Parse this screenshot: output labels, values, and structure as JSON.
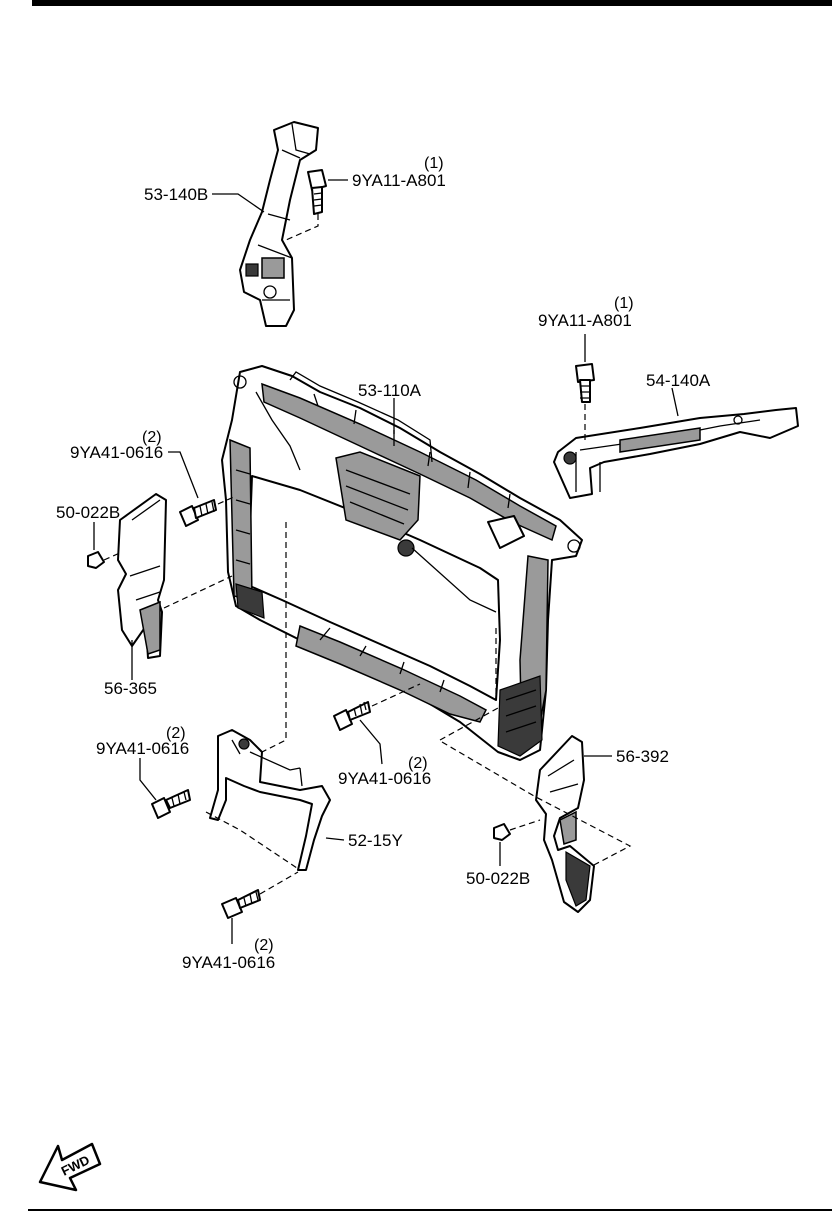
{
  "diagram": {
    "labels": {
      "bracket_left": "53-140B",
      "bolt_top_left": "9YA11-A801",
      "bolt_top_left_qty": "(1)",
      "bolt_top_right": "9YA11-A801",
      "bolt_top_right_qty": "(1)",
      "radiator_support": "53-110A",
      "bracket_right": "54-140A",
      "bolt_left_upper": "9YA41-0616",
      "bolt_left_upper_qty": "(2)",
      "clip_left": "50-022B",
      "deflector_left": "56-365",
      "bolt_left_lower": "9YA41-0616",
      "bolt_left_lower_qty": "(2)",
      "bolt_center": "9YA41-0616",
      "bolt_center_qty": "(2)",
      "deflector_right": "56-392",
      "lower_bracket": "52-15Y",
      "clip_right": "50-022B",
      "bolt_bottom": "9YA41-0616",
      "bolt_bottom_qty": "(2)"
    },
    "fwd_arrow_text": "FWD",
    "colors": {
      "line": "#000000",
      "fill": "#ffffff",
      "shade": "#9a9a9a",
      "dark": "#3a3a3a"
    }
  }
}
